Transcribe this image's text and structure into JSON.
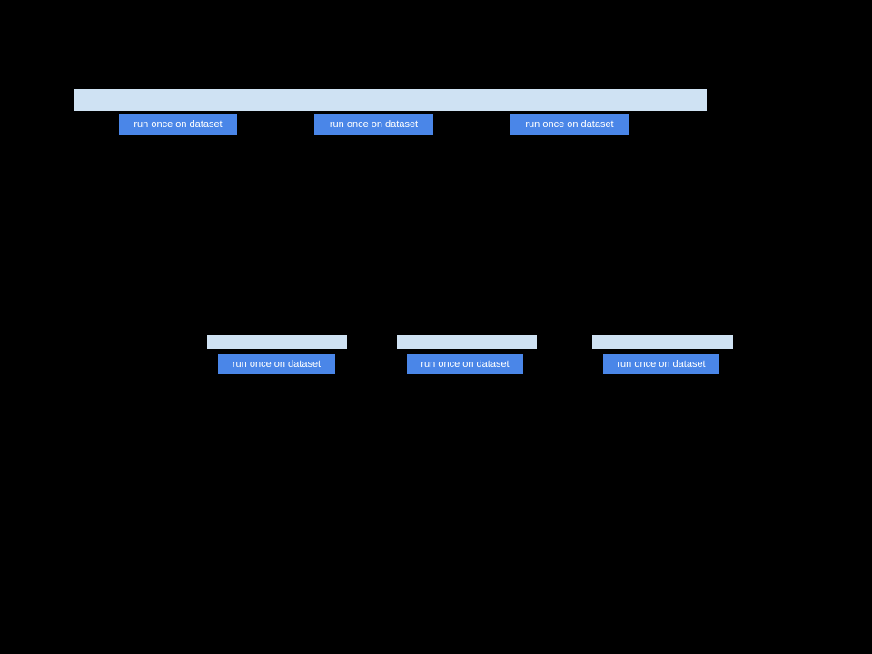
{
  "colors": {
    "slide_bg": "#000000",
    "stage_bar": "#cfe2f3",
    "action_button": "#4a86e8",
    "action_button_text": "#ffffff"
  },
  "top_pipeline": {
    "buttons": [
      {
        "label": "run once on dataset"
      },
      {
        "label": "run once on dataset"
      },
      {
        "label": "run once on dataset"
      }
    ]
  },
  "middle_pipelines": [
    {
      "button": {
        "label": "run once on dataset"
      }
    },
    {
      "button": {
        "label": "run once on dataset"
      }
    },
    {
      "button": {
        "label": "run once on dataset"
      }
    }
  ]
}
